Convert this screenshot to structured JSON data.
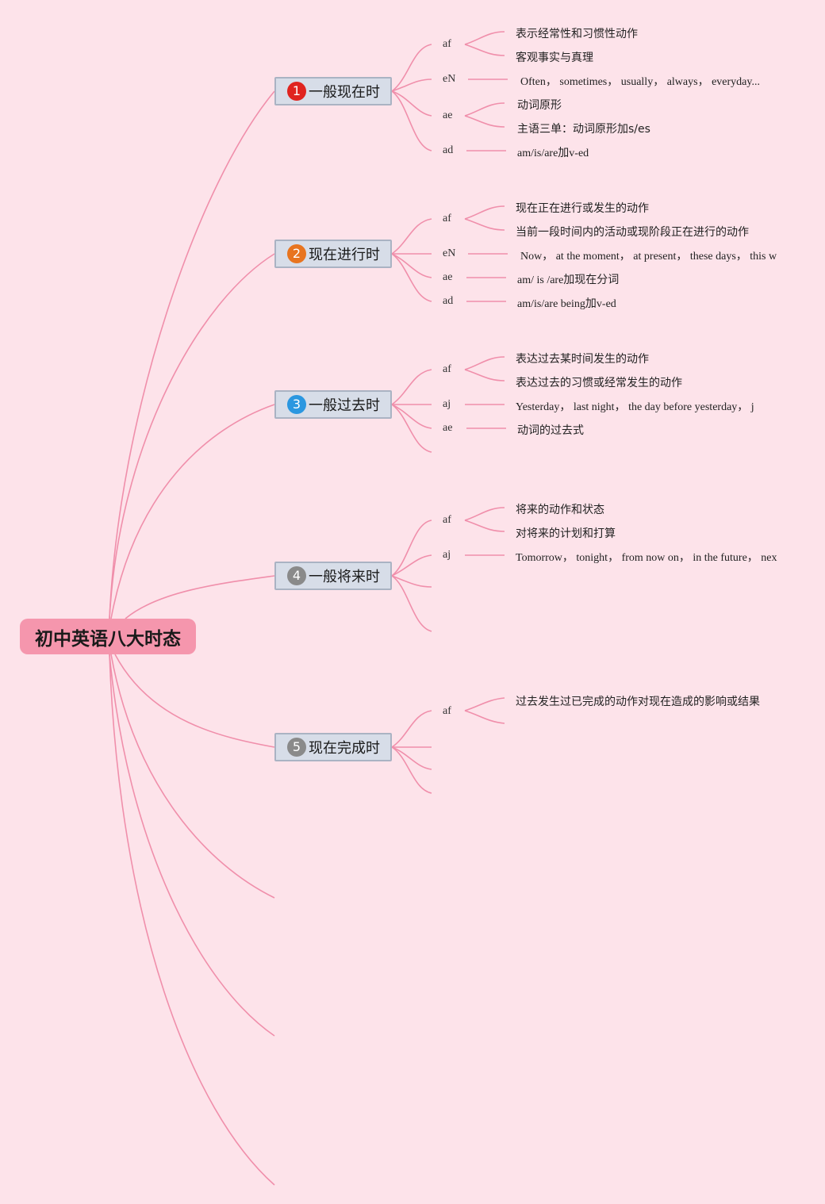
{
  "root": {
    "title": "初中英语八大时态"
  },
  "colors": {
    "background": "#fde3ea",
    "root_fill": "#f596ad",
    "line": "#f08fab",
    "badge_1": "#e0241f",
    "badge_2": "#e8741f",
    "badge_3": "#2b97e0",
    "badge_4": "#8a8a8a",
    "badge_5": "#8a8a8a"
  },
  "topics": [
    {
      "badge": "1",
      "title": "一般现在时",
      "branches": [
        {
          "label": "af",
          "items": [
            "表示经常性和习惯性动作",
            "客观事实与真理"
          ]
        },
        {
          "label": "eN",
          "items": [
            "Often， sometimes， usually， always， everyday..."
          ]
        },
        {
          "label": "ae",
          "items": [
            "动词原形",
            "主语三单：动词原形加s/es"
          ]
        },
        {
          "label": "ad",
          "items": [
            "am/is/are加v-ed"
          ]
        }
      ]
    },
    {
      "badge": "2",
      "title": "现在进行时",
      "branches": [
        {
          "label": "af",
          "items": [
            "现在正在进行或发生的动作",
            "当前一段时间内的活动或现阶段正在进行的动作"
          ]
        },
        {
          "label": "eN",
          "items": [
            "Now， at the moment， at present， these days， this w"
          ]
        },
        {
          "label": "ae",
          "items": [
            "am/ is /are加现在分词"
          ]
        },
        {
          "label": "ad",
          "items": [
            "am/is/are being加v-ed"
          ]
        }
      ]
    },
    {
      "badge": "3",
      "title": "一般过去时",
      "branches": [
        {
          "label": "af",
          "items": [
            "表达过去某时间发生的动作",
            "表达过去的习惯或经常发生的动作"
          ]
        },
        {
          "label": "aj",
          "items": [
            "Yesterday， last night， the day before yesterday， j"
          ]
        },
        {
          "label": "ae",
          "items": [
            "动词的过去式"
          ]
        }
      ]
    },
    {
      "badge": "4",
      "title": "一般将来时",
      "branches": [
        {
          "label": "af",
          "items": [
            "将来的动作和状态",
            "对将来的计划和打算"
          ]
        },
        {
          "label": "aj",
          "items": [
            "Tomorrow， tonight， from now on， in the future， nex"
          ]
        }
      ]
    },
    {
      "badge": "5",
      "title": "现在完成时",
      "branches": [
        {
          "label": "af",
          "items": [
            "过去发生过已完成的动作对现在造成的影响或结果"
          ]
        }
      ]
    }
  ]
}
